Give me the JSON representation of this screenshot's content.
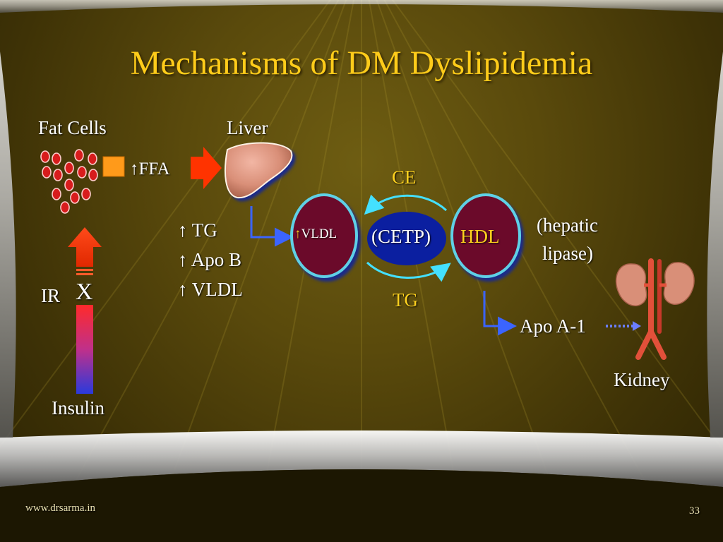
{
  "title": "Mechanisms of DM Dyslipidemia",
  "labels": {
    "fat_cells": "Fat Cells",
    "liver": "Liver",
    "ffa": "FFA",
    "ir": "IR",
    "x_mark": "X",
    "insulin": "Insulin",
    "tg": "TG",
    "apo_b": "Apo B",
    "vldl_list": "VLDL",
    "ce": "CE",
    "tg_exchange": "TG",
    "vldl_particle": "VLDL",
    "cetp": "(CETP)",
    "hdl": "HDL",
    "hepatic_line1": "(hepatic",
    "hepatic_line2": "lipase)",
    "apo_a1": "Apo A-1",
    "kidney": "Kidney"
  },
  "symbols": {
    "up_arrow": "↑"
  },
  "footer": {
    "website": "www.drsarma.in",
    "page_number": "33"
  },
  "icons": [
    "fat-cells-icon",
    "liver-icon",
    "kidney-icon",
    "up-arrow-icon"
  ],
  "colors": {
    "title": "#ffcc1a",
    "text_highlight": "#ffd21f",
    "particle_fill": "#6b0a2a",
    "particle_ring": "#5fd0e6",
    "cetp_fill": "#0b1fa0",
    "arrow_red": "#ff3300",
    "connector_blue": "#3b64ff"
  }
}
